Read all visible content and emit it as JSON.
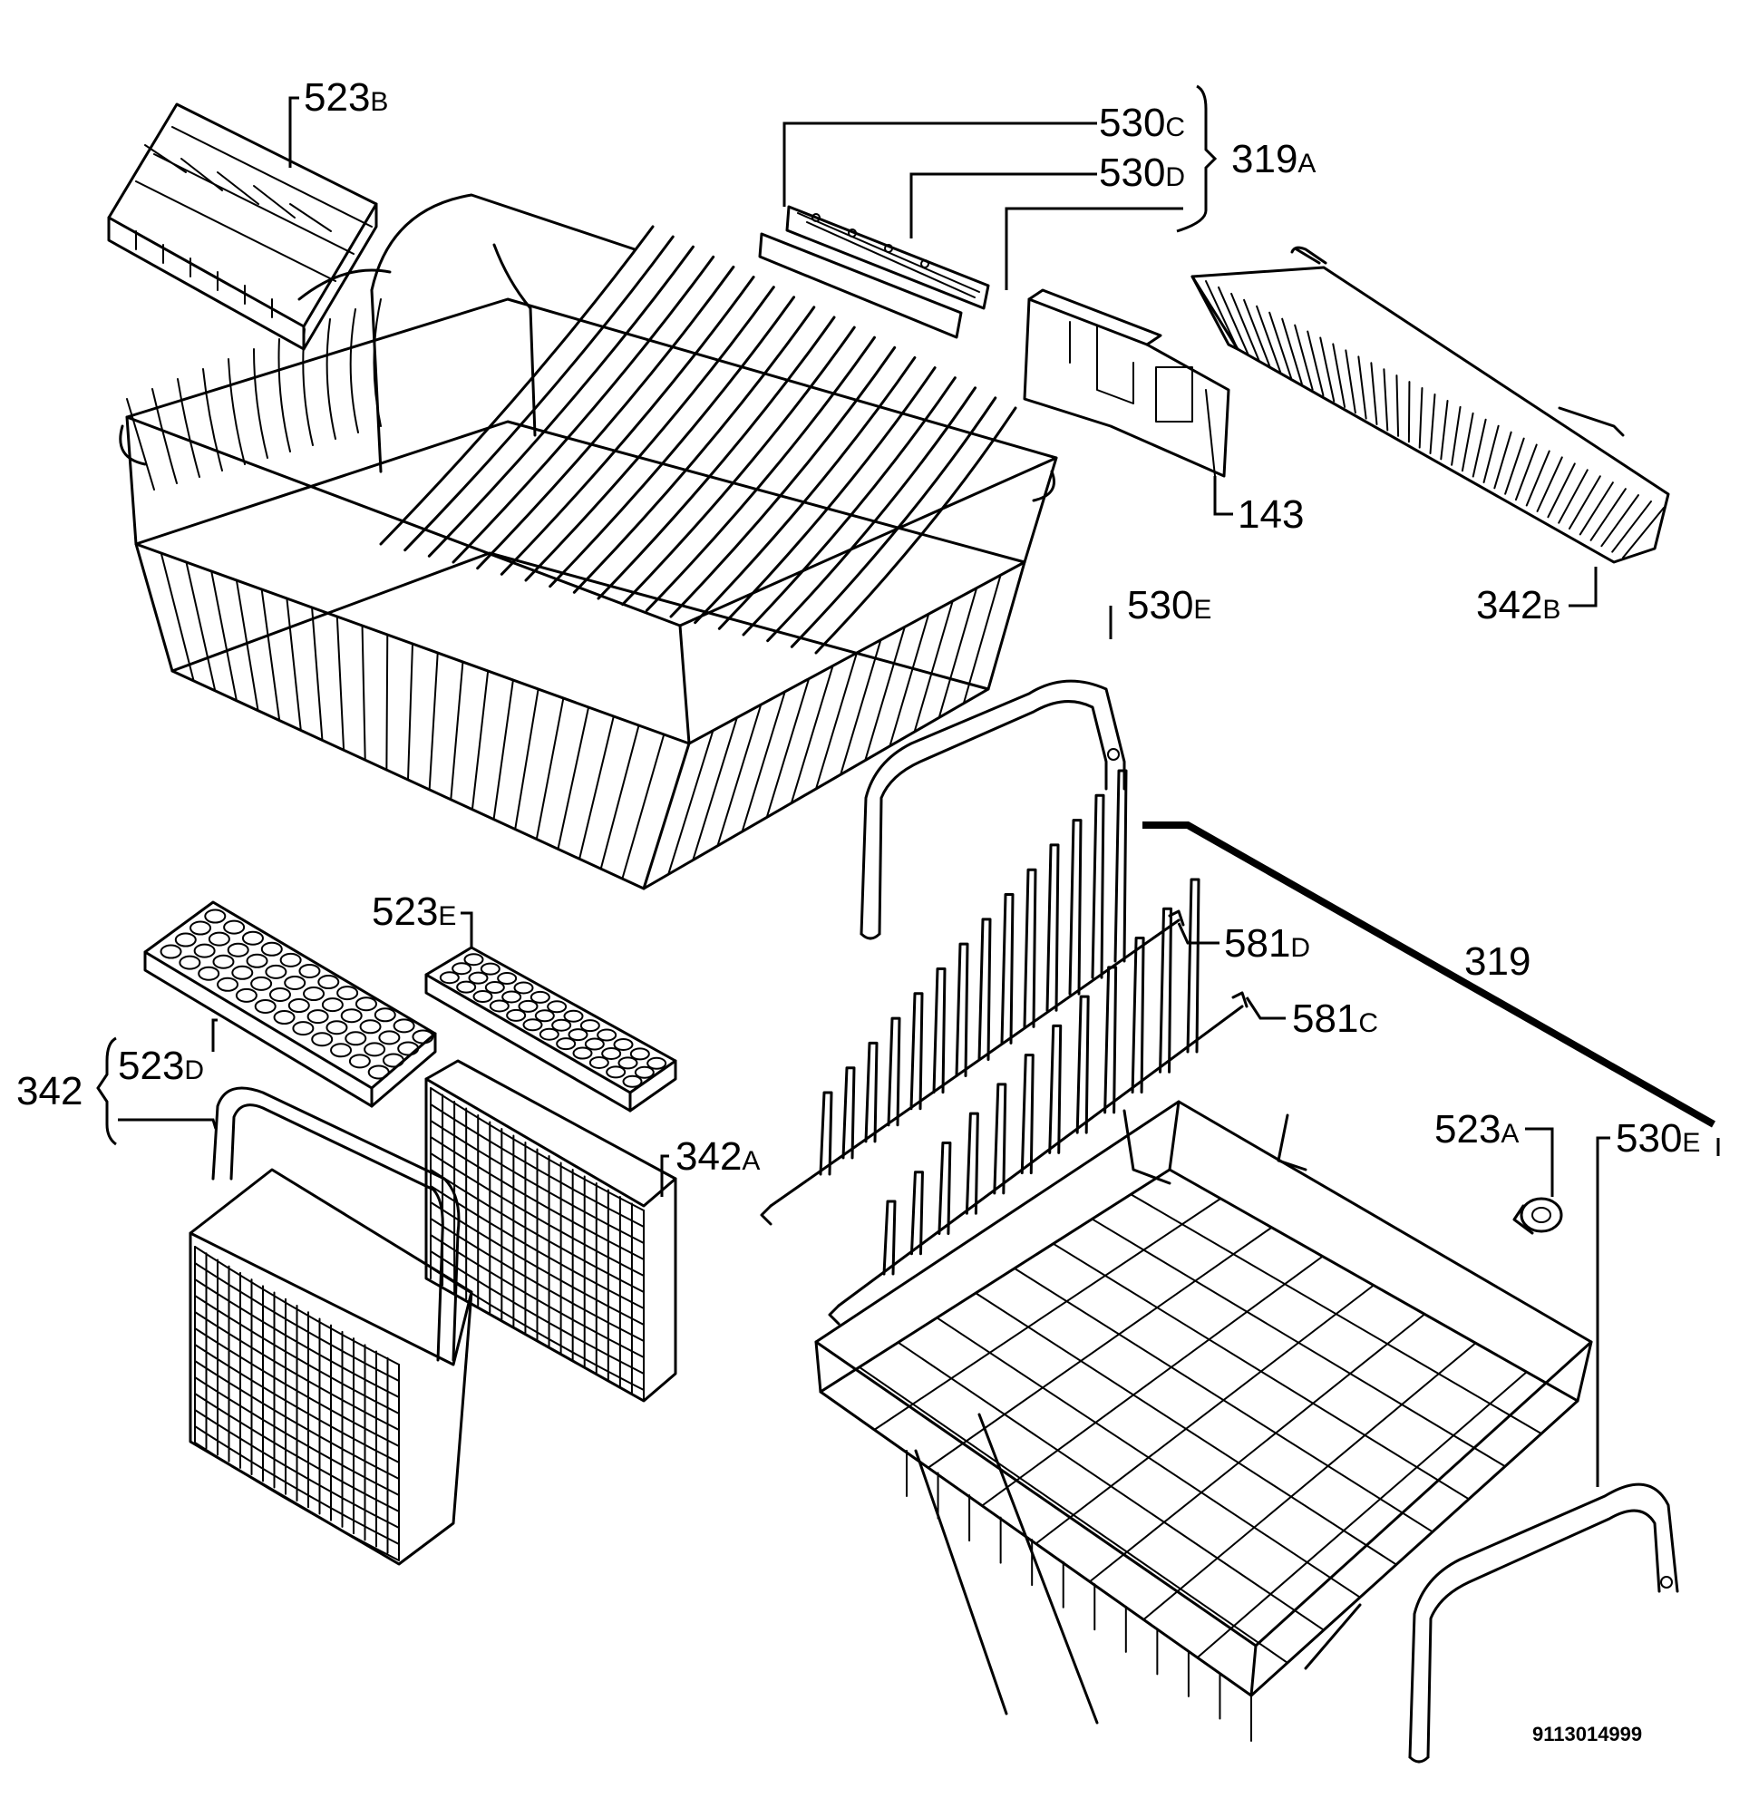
{
  "diagram": {
    "labels": [
      {
        "id": "523B",
        "num": "523",
        "suffix": "B"
      },
      {
        "id": "530C",
        "num": "530",
        "suffix": "C"
      },
      {
        "id": "530D",
        "num": "530",
        "suffix": "D"
      },
      {
        "id": "319A",
        "num": "319",
        "suffix": "A"
      },
      {
        "id": "143",
        "num": "143",
        "suffix": ""
      },
      {
        "id": "342B",
        "num": "342",
        "suffix": "B"
      },
      {
        "id": "530E_top",
        "num": "530",
        "suffix": "E"
      },
      {
        "id": "523E",
        "num": "523",
        "suffix": "E"
      },
      {
        "id": "581D",
        "num": "581",
        "suffix": "D"
      },
      {
        "id": "319",
        "num": "319",
        "suffix": ""
      },
      {
        "id": "581C",
        "num": "581",
        "suffix": "C"
      },
      {
        "id": "342",
        "num": "342",
        "suffix": ""
      },
      {
        "id": "523D",
        "num": "523",
        "suffix": "D"
      },
      {
        "id": "342A",
        "num": "342",
        "suffix": "A"
      },
      {
        "id": "523A",
        "num": "523",
        "suffix": "A"
      },
      {
        "id": "530E_bottom",
        "num": "530",
        "suffix": "E"
      }
    ],
    "code": "9113014999"
  }
}
